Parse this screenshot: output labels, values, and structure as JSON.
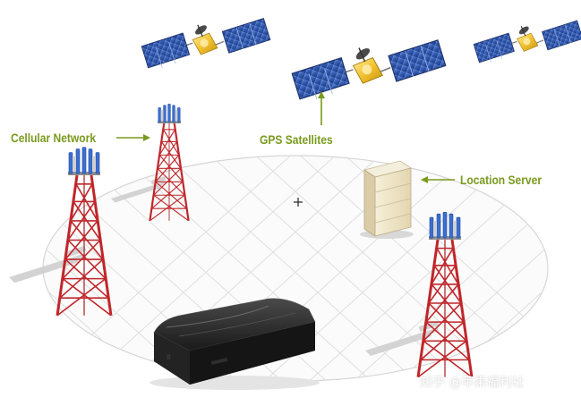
{
  "labels": {
    "cellular_network": "Cellular Network",
    "gps_satellites": "GPS Satellites",
    "location_server": "Location Server"
  },
  "watermark": "知乎 @苹果福利社",
  "colors": {
    "label_text": "#7a9a1e",
    "arrow": "#7a9a1e",
    "tower": "#c0262a",
    "antenna": "#3d6fd1",
    "solar_panel": "#2f55a8",
    "satellite_body": "#f2c230",
    "grid": "#d9d9d9",
    "server": "#efe6cc",
    "device": "#1d1d1d"
  },
  "icons": {
    "satellite": "satellite-icon",
    "tower": "cell-tower-icon",
    "server": "server-icon",
    "tracker": "gps-tracker-device-icon"
  }
}
